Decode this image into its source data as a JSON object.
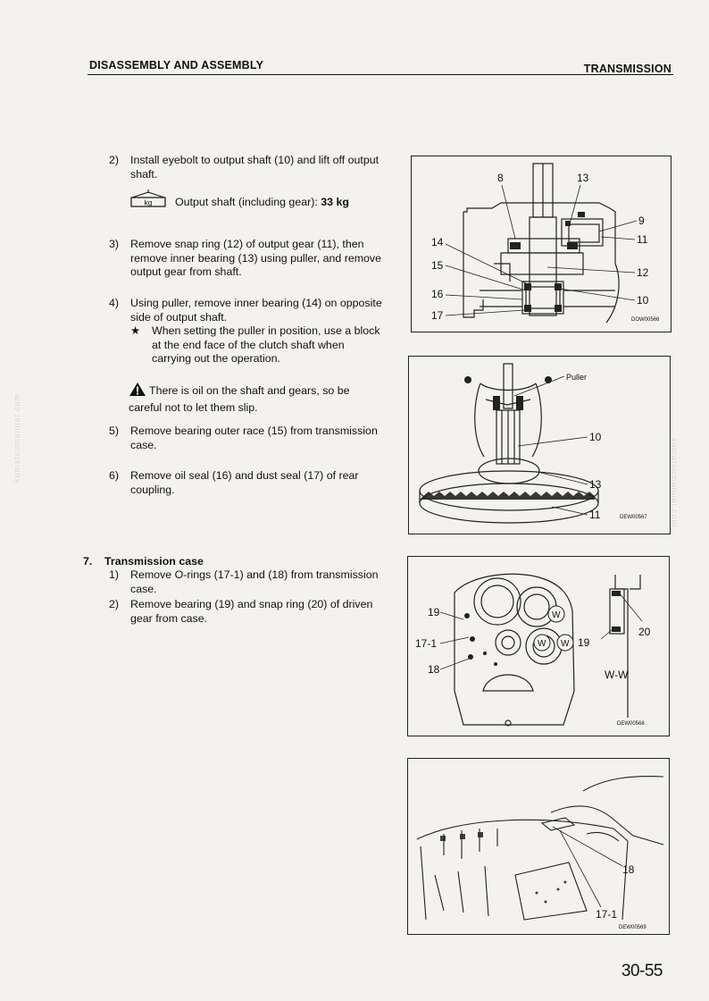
{
  "header": {
    "left_title": "DISASSEMBLY AND ASSEMBLY",
    "right_title": "TRANSMISSION"
  },
  "steps": [
    {
      "num": "2)",
      "text": "Install eyebolt to output shaft (10) and lift off output shaft."
    },
    {
      "num": "3)",
      "text": "Remove snap ring (12) of output gear (11), then remove inner bearing (13) using puller, and remove output gear from shaft."
    },
    {
      "num": "4)",
      "text": "Using puller, remove inner bearing (14) on opposite side of output shaft."
    },
    {
      "num": "5)",
      "text": "Remove bearing outer race (15) from transmission case."
    },
    {
      "num": "6)",
      "text": "Remove oil seal (16) and dust seal (17) of rear coupling."
    }
  ],
  "weight": {
    "icon_text": "kg",
    "label": "Output shaft (including gear):",
    "value": "33 kg"
  },
  "note": {
    "symbol": "★",
    "text": "When setting the puller in position, use a block at the end face of the clutch shaft when carrying out the operation."
  },
  "warning": {
    "icon": "warning-triangle-icon",
    "text": "There is oil on the shaft and gears, so be careful not to let them slip."
  },
  "section": {
    "num": "7.",
    "title": "Transmission case",
    "steps": [
      {
        "num": "1)",
        "text": "Remove O-rings (17-1) and (18) from transmission case."
      },
      {
        "num": "2)",
        "text": "Remove bearing (19) and snap ring (20) of driven gear from case."
      }
    ]
  },
  "figures": [
    {
      "code": "DOW00566",
      "labels": [
        "8",
        "13",
        "9",
        "11",
        "14",
        "15",
        "12",
        "16",
        "10",
        "17"
      ]
    },
    {
      "code": "DEW00567",
      "labels": [
        "Puller",
        "10",
        "13",
        "11"
      ]
    },
    {
      "code": "DEW00568",
      "labels": [
        "19",
        "17-1",
        "18",
        "W",
        "W",
        "W",
        "20",
        "19",
        "W-W"
      ]
    },
    {
      "code": "DEW00569",
      "labels": [
        "18",
        "17-1"
      ]
    }
  ],
  "watermark": "komatsumanual.com",
  "page_number": "30-55"
}
